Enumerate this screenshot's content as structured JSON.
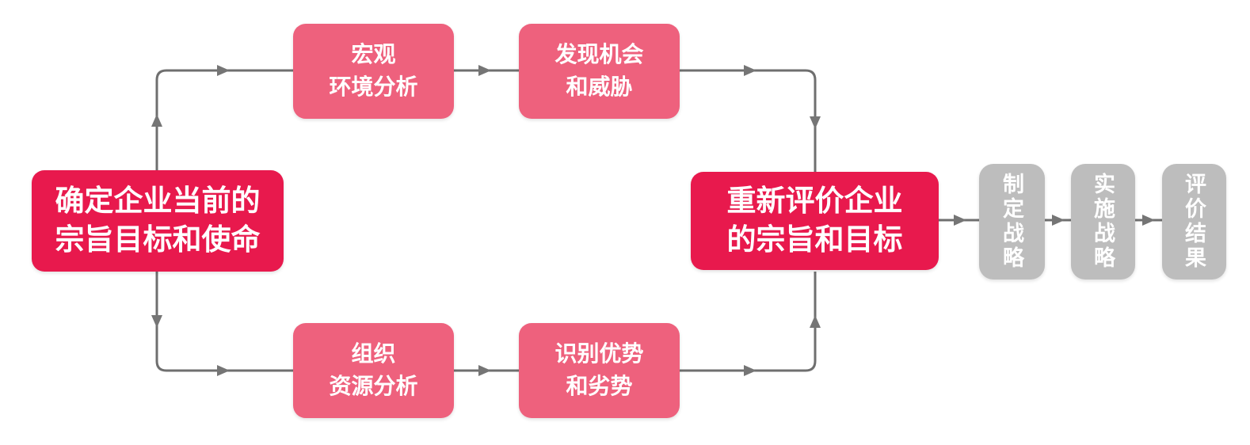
{
  "nodes": {
    "current_mission": {
      "label": "确定企业当前的\n宗旨目标和使命"
    },
    "macro_env": {
      "label": "宏观\n环境分析"
    },
    "opportunities_threats": {
      "label": "发现机会\n和威胁"
    },
    "org_resources": {
      "label": "组织\n资源分析"
    },
    "strengths_weaknesses": {
      "label": "识别优势\n和劣势"
    },
    "reevaluate": {
      "label": "重新评价企业\n的宗旨和目标"
    },
    "formulate_strategy": {
      "label": "制定战略"
    },
    "implement_strategy": {
      "label": "实施战略"
    },
    "evaluate_results": {
      "label": "评价结果"
    }
  },
  "colors": {
    "primary_red": "#E8194D",
    "secondary_pink": "#EE617D",
    "muted_gray": "#BDBDBD",
    "connector_gray": "#6F6F6F",
    "node_text": "#FFFFFF",
    "background": "#FFFFFF"
  }
}
